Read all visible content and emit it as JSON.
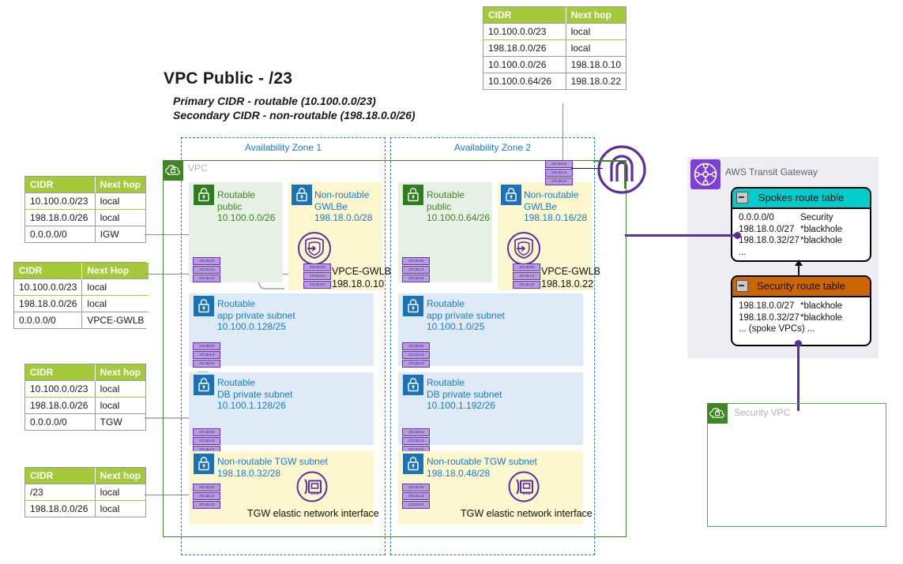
{
  "title": {
    "heading": "VPC Public - /23",
    "sub1": "Primary CIDR - routable (10.100.0.0/23)",
    "sub2": "Secondary CIDR - non-routable (198.18.0.0/26)"
  },
  "colors": {
    "table_header_green": "#A4C93B",
    "vpc_green": "#3F8624",
    "az_blue": "#197AC8",
    "purple": "#5B2D9E",
    "teal": "#00CCCB",
    "orange": "#CC6600",
    "subnet_green": "#E6F0E4",
    "subnet_yellow": "#FCF7CE",
    "subnet_blue": "#DEEBF6"
  },
  "tables": {
    "top": {
      "name": "top-route-table",
      "headers": [
        "CIDR",
        "Next hop"
      ],
      "rows": [
        [
          "10.100.0.0/23",
          "local"
        ],
        [
          "198.18.0.0/26",
          "local"
        ],
        [
          "10.100.0.0/26",
          "198.18.0.10"
        ],
        [
          "10.100.0.64/26",
          "198.18.0.22"
        ]
      ]
    },
    "left1": {
      "name": "public-subnet-route-table",
      "headers": [
        "CIDR",
        "Next hop"
      ],
      "rows": [
        [
          "10.100.0.0/23",
          "local"
        ],
        [
          "198.18.0.0/26",
          "local"
        ],
        [
          "0.0.0.0/0",
          "IGW"
        ]
      ]
    },
    "left2": {
      "name": "gwlbe-subnet-route-table",
      "headers": [
        "CIDR",
        "Next Hop"
      ],
      "rows": [
        [
          "10.100.0.0/23",
          "local"
        ],
        [
          "198.18.0.0/26",
          "local"
        ],
        [
          "0.0.0.0/0",
          "VPCE-GWLB"
        ]
      ]
    },
    "left3": {
      "name": "private-subnet-route-table",
      "headers": [
        "CIDR",
        "Next hop"
      ],
      "rows": [
        [
          "10.100.0.0/23",
          "local"
        ],
        [
          "198.18.0.0/26",
          "local"
        ],
        [
          "0.0.0.0/0",
          "TGW"
        ]
      ]
    },
    "left4": {
      "name": "tgw-subnet-route-table",
      "headers": [
        "CIDR",
        "Next hop"
      ],
      "rows": [
        [
          "/23",
          "local"
        ],
        [
          "198.18.0.0/26",
          "local"
        ]
      ]
    }
  },
  "vpc": {
    "label": "VPC"
  },
  "zones": [
    {
      "label": "Availability Zone 1"
    },
    {
      "label": "Availability Zone 2"
    }
  ],
  "subnets": {
    "az1": [
      {
        "name": "routable-public-subnet-az1",
        "l1": "Routable",
        "l2": "public",
        "l3": "10.100.0.0/26",
        "kind": "green"
      },
      {
        "name": "non-routable-gwlbe-subnet-az1",
        "l1": "Non-routable",
        "l2": "GWLBe",
        "l3": "198.18.0.0/28",
        "kind": "yellow",
        "res": "VPCE-GWLB",
        "res_ip": "198.18.0.10"
      },
      {
        "name": "routable-app-private-subnet-az1",
        "l1": "Routable",
        "l2": "app private subnet",
        "l3": "10.100.0.128/25",
        "kind": "blue"
      },
      {
        "name": "routable-db-private-subnet-az1",
        "l1": "Routable",
        "l2": "DB private subnet",
        "l3": "10.100.1.128/26",
        "kind": "blue"
      },
      {
        "name": "non-routable-tgw-subnet-az1",
        "l1": "Non-routable TGW subnet",
        "l2": "198.18.0.32/28",
        "kind": "yellow",
        "res": "TGW elastic network interface"
      }
    ],
    "az2": [
      {
        "name": "routable-public-subnet-az2",
        "l1": "Routable",
        "l2": "public",
        "l3": "10.100.0.64/26",
        "kind": "green"
      },
      {
        "name": "non-routable-gwlbe-subnet-az2",
        "l1": "Non-routable",
        "l2": "GWLBe",
        "l3": "198.18.0.16/28",
        "kind": "yellow",
        "res": "VPCE-GWLB",
        "res_ip": "198.18.0.22"
      },
      {
        "name": "routable-app-private-subnet-az2",
        "l1": "Routable",
        "l2": "app private subnet",
        "l3": "10.100.1.0/25",
        "kind": "blue"
      },
      {
        "name": "routable-db-private-subnet-az2",
        "l1": "Routable",
        "l2": "DB private subnet",
        "l3": "10.100.1.192/26",
        "kind": "blue"
      },
      {
        "name": "non-routable-tgw-subnet-az2",
        "l1": "Non-routable TGW subnet",
        "l2": "198.18.0.48/28",
        "kind": "yellow",
        "res": "TGW elastic network interface"
      }
    ]
  },
  "eni_badges": [
    "172.16.0.0",
    "172.16.1.0",
    "172.16.2.0"
  ],
  "transit_gateway": {
    "label": "AWS Transit Gateway",
    "spokes": {
      "title": "Spokes route table",
      "rows": [
        [
          "0.0.0.0/0",
          "Security"
        ],
        [
          "198.18.0.0/27",
          "*blackhole"
        ],
        [
          "198.18.0.32/27",
          "*blackhole"
        ],
        [
          "...",
          ""
        ]
      ]
    },
    "security": {
      "title": "Security route table",
      "rows": [
        [
          "198.18.0.0/27",
          "*blackhole"
        ],
        [
          "198.18.0.32/27",
          "*blackhole"
        ],
        [
          "... (spoke VPCs) ...",
          ""
        ]
      ]
    }
  },
  "security_vpc": {
    "label": "Security VPC"
  },
  "icons": {
    "igw": "internet-gateway-icon",
    "gwlbe": "gateway-load-balancer-endpoint-icon",
    "eni": "elastic-network-interface-icon",
    "tgw": "transit-gateway-icon",
    "vpc_cloud": "vpc-cloud-lock-icon",
    "subnet_lock": "subnet-lock-icon"
  }
}
